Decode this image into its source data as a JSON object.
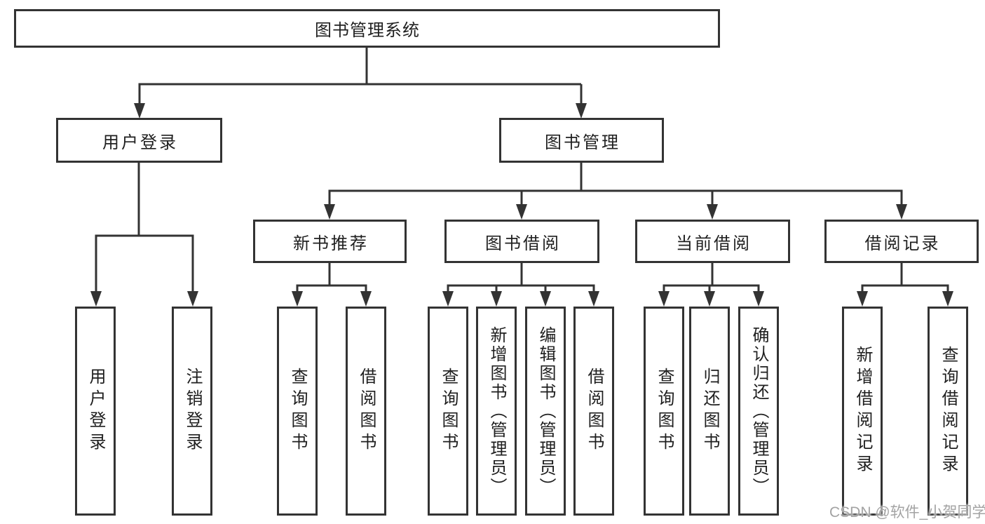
{
  "diagram": {
    "root": {
      "label": "图书管理系统",
      "children": [
        {
          "label": "用户登录",
          "children": [
            {
              "label": "用户登录"
            },
            {
              "label": "注销登录"
            }
          ]
        },
        {
          "label": "图书管理",
          "children": [
            {
              "label": "新书推荐",
              "children": [
                {
                  "label": "查询图书"
                },
                {
                  "label": "借阅图书"
                }
              ]
            },
            {
              "label": "图书借阅",
              "children": [
                {
                  "label": "查询图书"
                },
                {
                  "label": "新增图书（管理员）"
                },
                {
                  "label": "编辑图书（管理员）"
                },
                {
                  "label": "借阅图书"
                }
              ]
            },
            {
              "label": "当前借阅",
              "children": [
                {
                  "label": "查询图书"
                },
                {
                  "label": "归还图书"
                },
                {
                  "label": "确认归还（管理员）"
                }
              ]
            },
            {
              "label": "借阅记录",
              "children": [
                {
                  "label": "新增借阅记录"
                },
                {
                  "label": "查询借阅记录"
                }
              ]
            }
          ]
        }
      ]
    }
  },
  "watermark": {
    "text": "CSDN @软件_小贺同学"
  },
  "colors": {
    "line": "#333333",
    "box_border": "#333333",
    "text": "#1f1f1f",
    "watermark": "#a3a3a3",
    "background": "#ffffff"
  }
}
